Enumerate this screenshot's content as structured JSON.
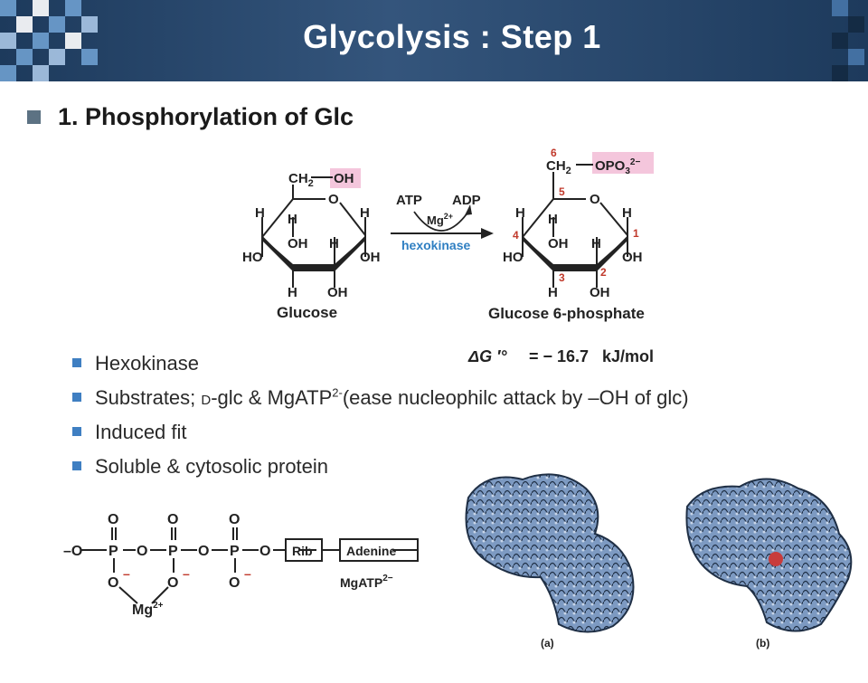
{
  "title": "Glycolysis : Step 1",
  "main_heading": "1. Phosphorylation of Glc",
  "bullets": [
    {
      "pre": "Hexokinase"
    },
    {
      "pre": "Substrates; ",
      "small": "D",
      "mid": "-glc & MgATP",
      "sup": "2-",
      "post": "(ease nucleophilc attack by –OH of glc)"
    },
    {
      "pre": "Induced fit"
    },
    {
      "pre": "Soluble & cytosolic protein"
    }
  ],
  "reaction": {
    "glucose_label": "Glucose",
    "product_label": "Glucose 6-phosphate",
    "enzyme": "hexokinase",
    "atp": "ATP",
    "adp": "ADP",
    "mg": "Mg",
    "mg_charge": "2+",
    "delta_g_value": "= − 16.7",
    "delta_g_unit": "kJ/mol",
    "ch2": "CH",
    "oh": "OH",
    "opo3": "OPO",
    "h": "H",
    "ho": "HO",
    "o": "O",
    "numbers": [
      "6",
      "5",
      "4",
      "1",
      "3",
      "2"
    ]
  },
  "mgatp": {
    "p": "P",
    "o": "O",
    "rib": "Rib",
    "adenine": "Adenine",
    "label": "MgATP",
    "label_charge": "2−",
    "mg": "Mg",
    "mg_charge": "2+",
    "minus": "–"
  },
  "figure_labels": {
    "a": "(a)",
    "b": "(b)"
  },
  "colors": {
    "header_bg": "#1d3a5c",
    "highlight_pink": "#f4c6dc",
    "enzyme_blue": "#2f7fc2",
    "number_red": "#c0392b",
    "bullet_blue": "#3f7fc2",
    "protein_blue": "#6f8fb8",
    "ligand_red": "#c83c3c"
  }
}
